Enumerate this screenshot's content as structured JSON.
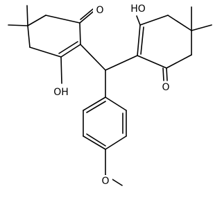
{
  "molecule": {
    "atoms": {
      "O_ketone_left": "O",
      "OH_left": "OH",
      "OH_right": "HO",
      "O_ketone_right": "O",
      "O_methoxy": "O"
    }
  }
}
